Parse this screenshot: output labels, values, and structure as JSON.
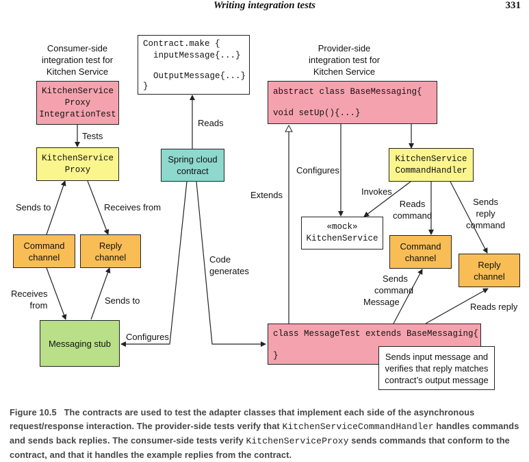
{
  "header": {
    "title": "Writing integration tests",
    "page_number": "331"
  },
  "labels": {
    "consumer_title": [
      "Consumer-side",
      "integration test for",
      "Kitchen Service"
    ],
    "provider_title": [
      "Provider-side",
      "integration test for",
      "Kitchen Service"
    ],
    "tests": "Tests",
    "sends_to_left": "Sends to",
    "receives_from_top": "Receives from",
    "receives_from_bottom": [
      "Receives",
      "from"
    ],
    "sends_to_bottom": "Sends to",
    "reads": "Reads",
    "configures_bottom": "Configures",
    "code_generates": [
      "Code",
      "generates"
    ],
    "extends": "Extends",
    "configures_top": "Configures",
    "invokes": "Invokes",
    "reads_command": [
      "Reads",
      "command"
    ],
    "sends_reply_command": [
      "Sends",
      "reply",
      "command"
    ],
    "sends_command_message": [
      "Sends",
      "command",
      "Message"
    ],
    "reads_reply": "Reads reply"
  },
  "boxes": {
    "proxy_test": [
      "KitchenService",
      "Proxy",
      "IntegrationTest"
    ],
    "proxy": [
      "KitchenService",
      "Proxy"
    ],
    "command_channel_left": [
      "Command",
      "channel"
    ],
    "reply_channel_left": [
      "Reply",
      "channel"
    ],
    "messaging_stub": "Messaging stub",
    "contract_code": [
      "Contract.make {",
      "  inputMessage{...}",
      "",
      "  OutputMessage{...}",
      "}"
    ],
    "spring_cloud_contract": [
      "Spring cloud",
      "contract"
    ],
    "base_messaging": [
      "abstract class BaseMessaging{",
      "",
      "void setUp(){...}"
    ],
    "command_handler": [
      "KitchenService",
      "CommandHandler"
    ],
    "mock_service": [
      "«mock»",
      "KitchenService"
    ],
    "command_channel_right": [
      "Command",
      "channel"
    ],
    "reply_channel_right": [
      "Reply",
      "channel"
    ],
    "message_test": [
      "class MessageTest extends BaseMessaging{",
      "",
      "}"
    ],
    "note": [
      "Sends input message and",
      "verifies that reply matches",
      "contract’s output message"
    ]
  },
  "caption": {
    "figure": "Figure 10.5",
    "text_1": "The contracts are used to test the adapter classes that implement each side of the asynchronous request/response interaction. The provider-side tests verify that",
    "code_1": "KitchenServiceCommandHandler",
    "text_2": "handles commands and sends back replies. The consumer-side tests verify",
    "code_2": "KitchenServiceProxy",
    "text_3": "sends commands that conform to the contract, and that it handles the example replies from the contract."
  }
}
